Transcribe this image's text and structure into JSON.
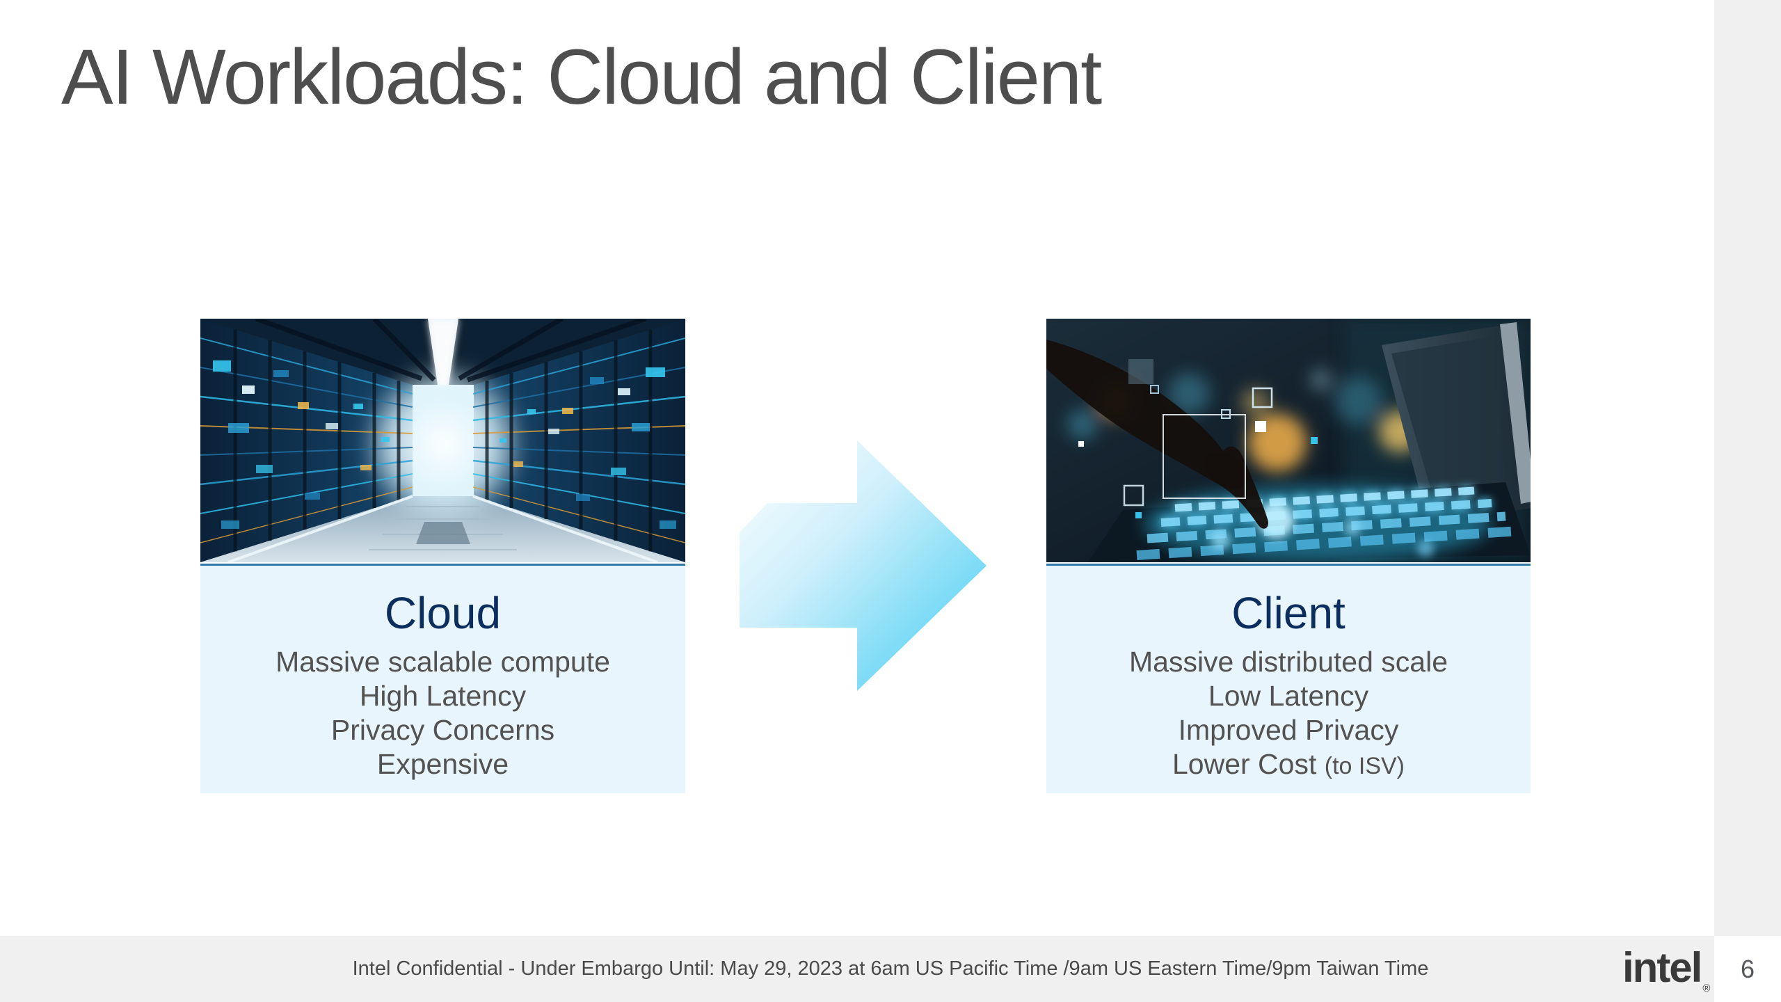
{
  "slide": {
    "title": "AI Workloads: Cloud and Client",
    "footer_text": "Intel Confidential - Under Embargo Until: May 29, 2023 at 6am US Pacific Time /9am US Eastern Time/9pm Taiwan Time",
    "page_number": "6",
    "brand": {
      "logo_text": "intel",
      "registered_mark": "®"
    }
  },
  "cards": [
    {
      "id": "cloud",
      "heading": "Cloud",
      "image": "data-center-photo",
      "lines": [
        "Massive scalable compute",
        "High Latency",
        "Privacy Concerns"
      ],
      "last_line": {
        "main": "Expensive",
        "suffix": ""
      }
    },
    {
      "id": "client",
      "heading": "Client",
      "image": "laptop-touch-photo",
      "lines": [
        "Massive distributed scale",
        "Low Latency",
        "Improved Privacy"
      ],
      "last_line": {
        "main": "Lower Cost ",
        "suffix": "(to ISV)"
      }
    }
  ],
  "arrow": {
    "name": "cloud-to-client-arrow",
    "direction": "right"
  },
  "colors": {
    "panel_background": "#e9f5fc",
    "panel_top_border": "#3078a9",
    "heading_navy": "#0b2e5f",
    "body_gray": "#525252",
    "title_gray": "#4e4e4e",
    "footer_bar": "#f0f0f0",
    "arrow_cyan": "#3fccf2"
  }
}
